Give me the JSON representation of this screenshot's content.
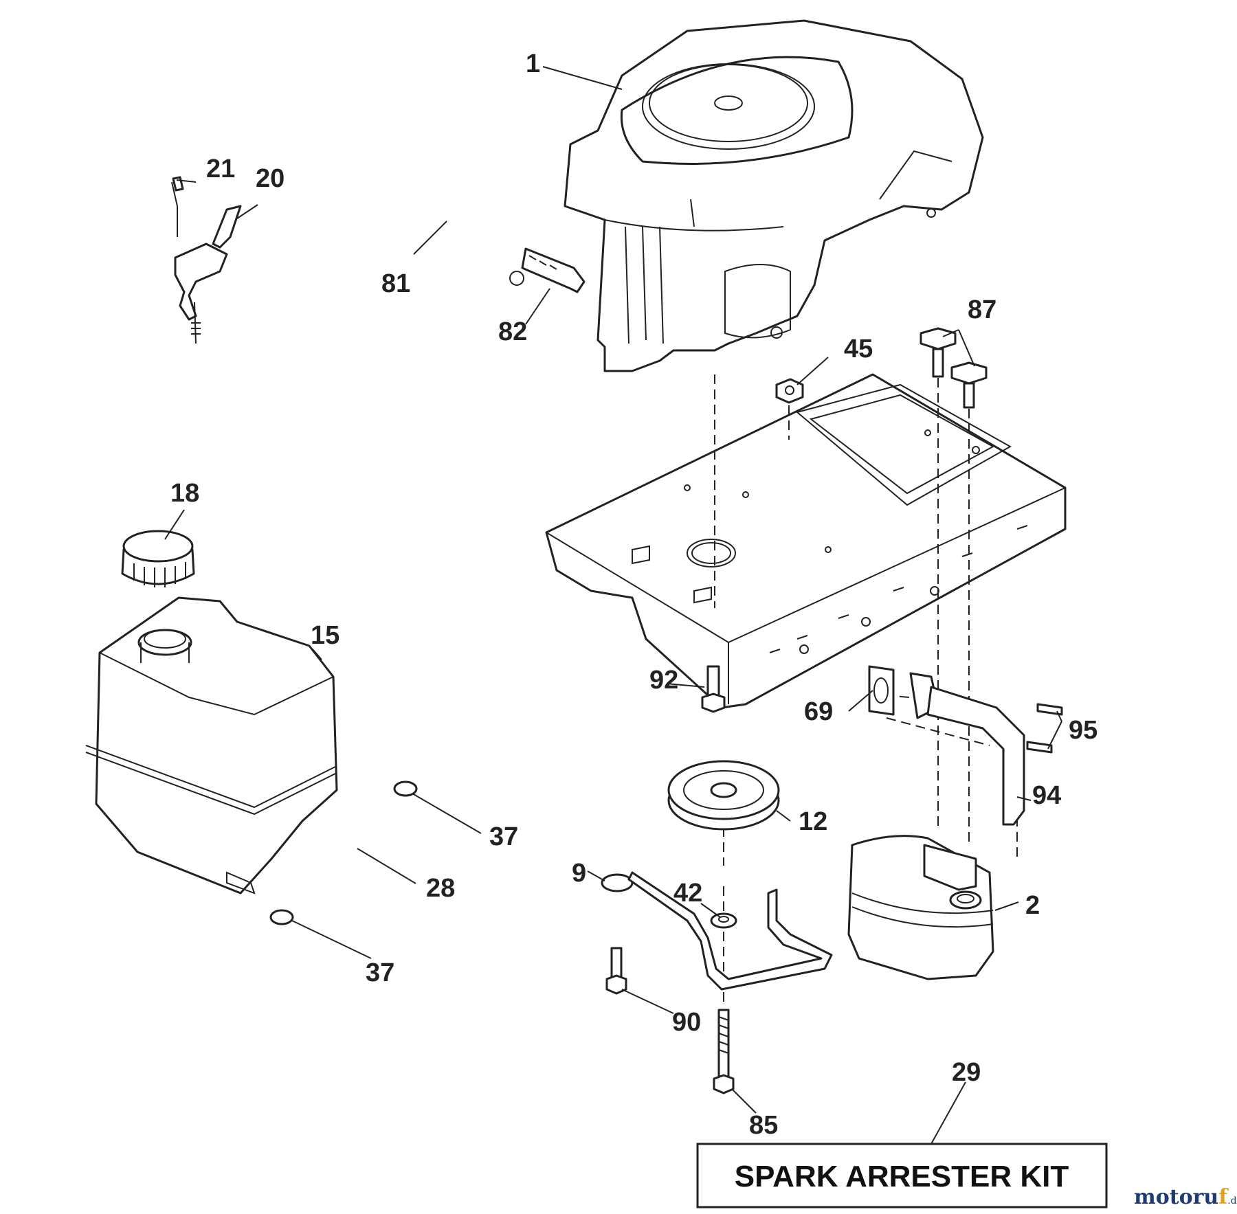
{
  "callouts": [
    {
      "id": "c1",
      "number": "1"
    },
    {
      "id": "c21",
      "number": "21"
    },
    {
      "id": "c20",
      "number": "20"
    },
    {
      "id": "c81",
      "number": "81"
    },
    {
      "id": "c82",
      "number": "82"
    },
    {
      "id": "c87",
      "number": "87"
    },
    {
      "id": "c45",
      "number": "45"
    },
    {
      "id": "c18",
      "number": "18"
    },
    {
      "id": "c15",
      "number": "15"
    },
    {
      "id": "c92",
      "number": "92"
    },
    {
      "id": "c69",
      "number": "69"
    },
    {
      "id": "c95",
      "number": "95"
    },
    {
      "id": "c94",
      "number": "94"
    },
    {
      "id": "c12",
      "number": "12"
    },
    {
      "id": "c37a",
      "number": "37"
    },
    {
      "id": "c28",
      "number": "28"
    },
    {
      "id": "c37b",
      "number": "37"
    },
    {
      "id": "c9",
      "number": "9"
    },
    {
      "id": "c42",
      "number": "42"
    },
    {
      "id": "c2",
      "number": "2"
    },
    {
      "id": "c90",
      "number": "90"
    },
    {
      "id": "c85",
      "number": "85"
    },
    {
      "id": "c29",
      "number": "29"
    }
  ],
  "kit_box": {
    "label": "SPARK ARRESTER KIT"
  },
  "watermark": {
    "brand": "motoruf",
    "brand_part1": "motoru",
    "brand_part2": "f",
    "suffix": ".de"
  }
}
